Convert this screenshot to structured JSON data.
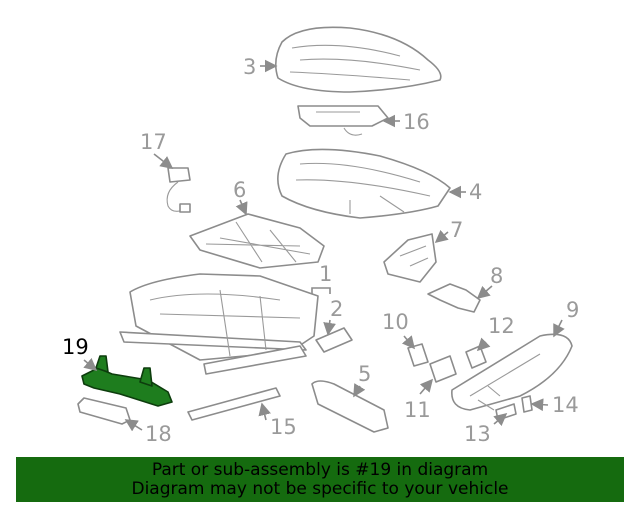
{
  "highlight_callout": "19",
  "callouts": [
    "1",
    "2",
    "3",
    "4",
    "5",
    "6",
    "7",
    "8",
    "9",
    "10",
    "11",
    "12",
    "13",
    "14",
    "15",
    "16",
    "17",
    "18",
    "19"
  ],
  "banner": {
    "line1": "Part or sub-assembly is #19 in diagram",
    "line2": "Diagram may not be specific to your vehicle"
  },
  "colors": {
    "banner_bg": "#156b0f",
    "highlight_part": "#1e7d1e",
    "line_art": "#8c8c8c"
  }
}
